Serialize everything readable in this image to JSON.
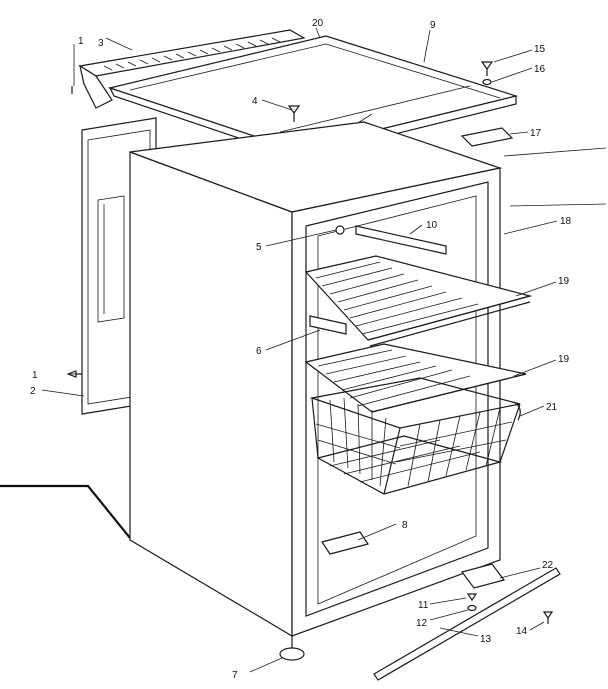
{
  "labels": {
    "p1": "1",
    "p2": "2",
    "p3": "3",
    "p4": "4",
    "p5": "5",
    "p6": "6",
    "p7": "7",
    "p8": "8",
    "p9": "9",
    "p10": "10",
    "p11": "11",
    "p12": "12",
    "p13": "13",
    "p14": "14",
    "p15": "15",
    "p16": "16",
    "p17": "17",
    "p18": "18",
    "p19a": "19",
    "p19b": "19",
    "p20": "20",
    "p21": "21",
    "p22": "22"
  }
}
